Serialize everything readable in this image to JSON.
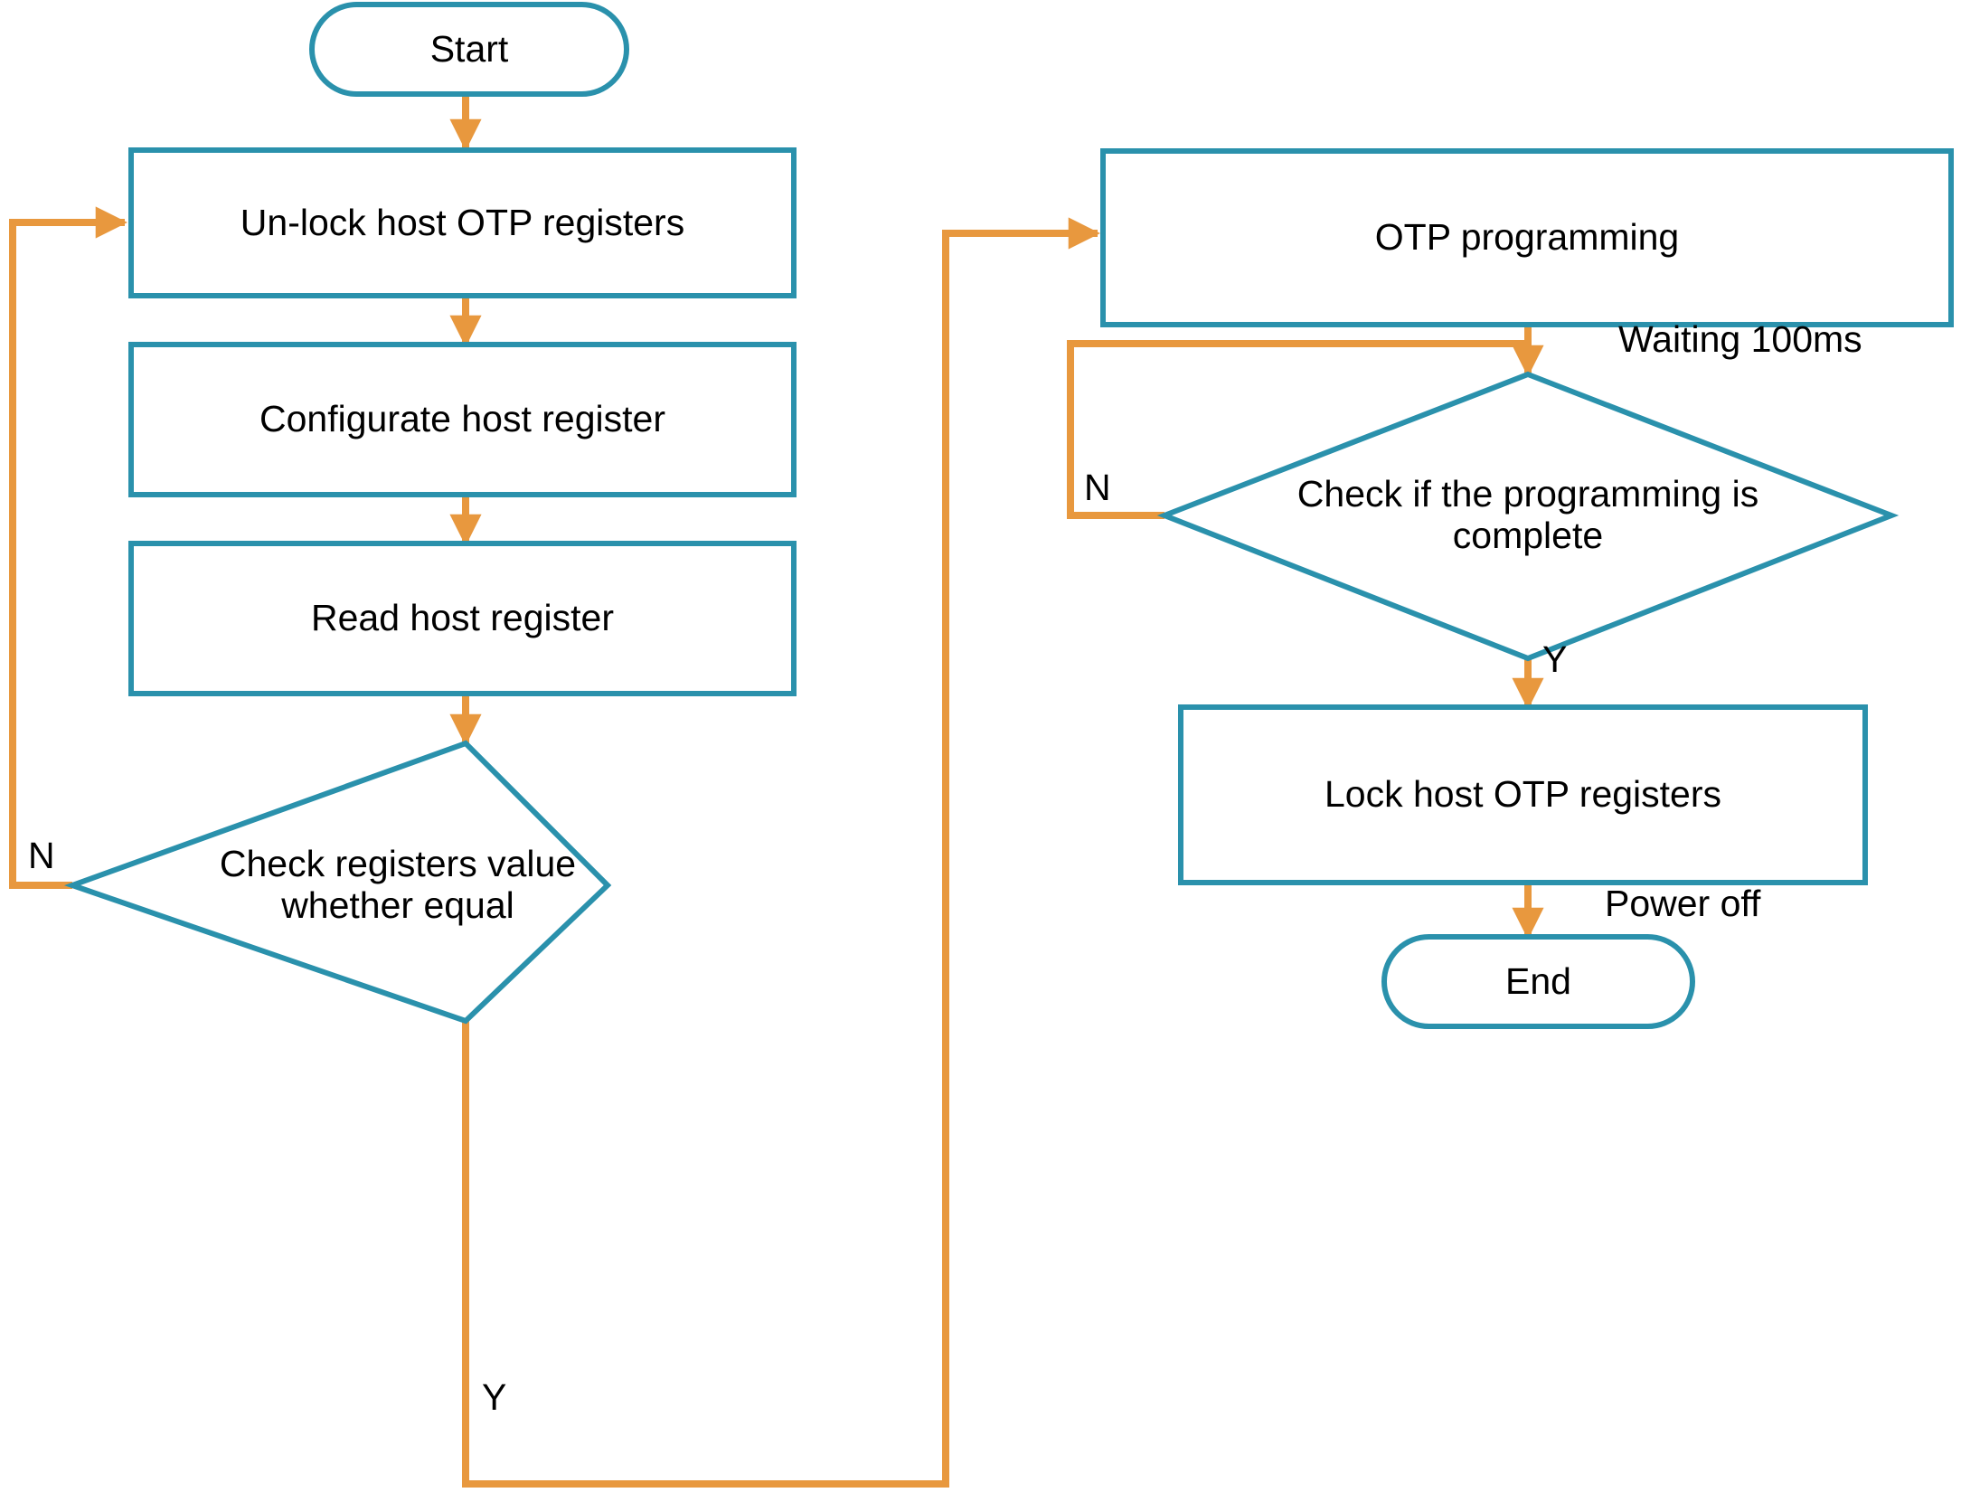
{
  "diagram": {
    "title": "Host OTP programming flowchart",
    "colors": {
      "shape_stroke": "#2a91ac",
      "connector": "#e8983e",
      "text": "#000000",
      "background": "#ffffff"
    },
    "nodes": [
      {
        "id": "start",
        "type": "terminator",
        "label": "Start"
      },
      {
        "id": "unlock",
        "type": "process",
        "label": "Un-lock host OTP registers"
      },
      {
        "id": "configure",
        "type": "process",
        "label": "Configurate host register"
      },
      {
        "id": "read",
        "type": "process",
        "label": "Read host register"
      },
      {
        "id": "check_regs",
        "type": "decision",
        "label": "Check registers value\nwhether equal"
      },
      {
        "id": "program",
        "type": "process",
        "label": "OTP programming"
      },
      {
        "id": "check_prog",
        "type": "decision",
        "label": "Check if the programming is\ncomplete"
      },
      {
        "id": "lock",
        "type": "process",
        "label": "Lock host OTP registers"
      },
      {
        "id": "end",
        "type": "terminator",
        "label": "End"
      }
    ],
    "edges": [
      {
        "id": "e-start-unlock",
        "from": "start",
        "to": "unlock",
        "label": ""
      },
      {
        "id": "e-unlock-configure",
        "from": "unlock",
        "to": "configure",
        "label": ""
      },
      {
        "id": "e-configure-read",
        "from": "configure",
        "to": "read",
        "label": ""
      },
      {
        "id": "e-read-check",
        "from": "read",
        "to": "check_regs",
        "label": ""
      },
      {
        "id": "e-check-no",
        "from": "check_regs",
        "to": "unlock",
        "label": "N"
      },
      {
        "id": "e-check-yes",
        "from": "check_regs",
        "to": "program",
        "label": "Y"
      },
      {
        "id": "e-program-checkprog",
        "from": "program",
        "to": "check_prog",
        "label": "Waiting 100ms"
      },
      {
        "id": "e-checkprog-no",
        "from": "check_prog",
        "to": "check_prog",
        "label": "N"
      },
      {
        "id": "e-checkprog-yes",
        "from": "check_prog",
        "to": "lock",
        "label": "Y"
      },
      {
        "id": "e-lock-end",
        "from": "lock",
        "to": "end",
        "label": "Power off"
      }
    ],
    "labels": {
      "start": "Start",
      "unlock": "Un-lock host OTP registers",
      "configure": "Configurate host register",
      "read": "Read host register",
      "check_regs": "Check registers value\nwhether equal",
      "program": "OTP programming",
      "check_prog": "Check if the programming is\ncomplete",
      "lock": "Lock host OTP registers",
      "end": "End",
      "branch_check_regs_no": "N",
      "branch_check_regs_yes": "Y",
      "branch_check_prog_no": "N",
      "branch_check_prog_yes": "Y",
      "edge_waiting": "Waiting 100ms",
      "edge_power_off": "Power off"
    }
  }
}
